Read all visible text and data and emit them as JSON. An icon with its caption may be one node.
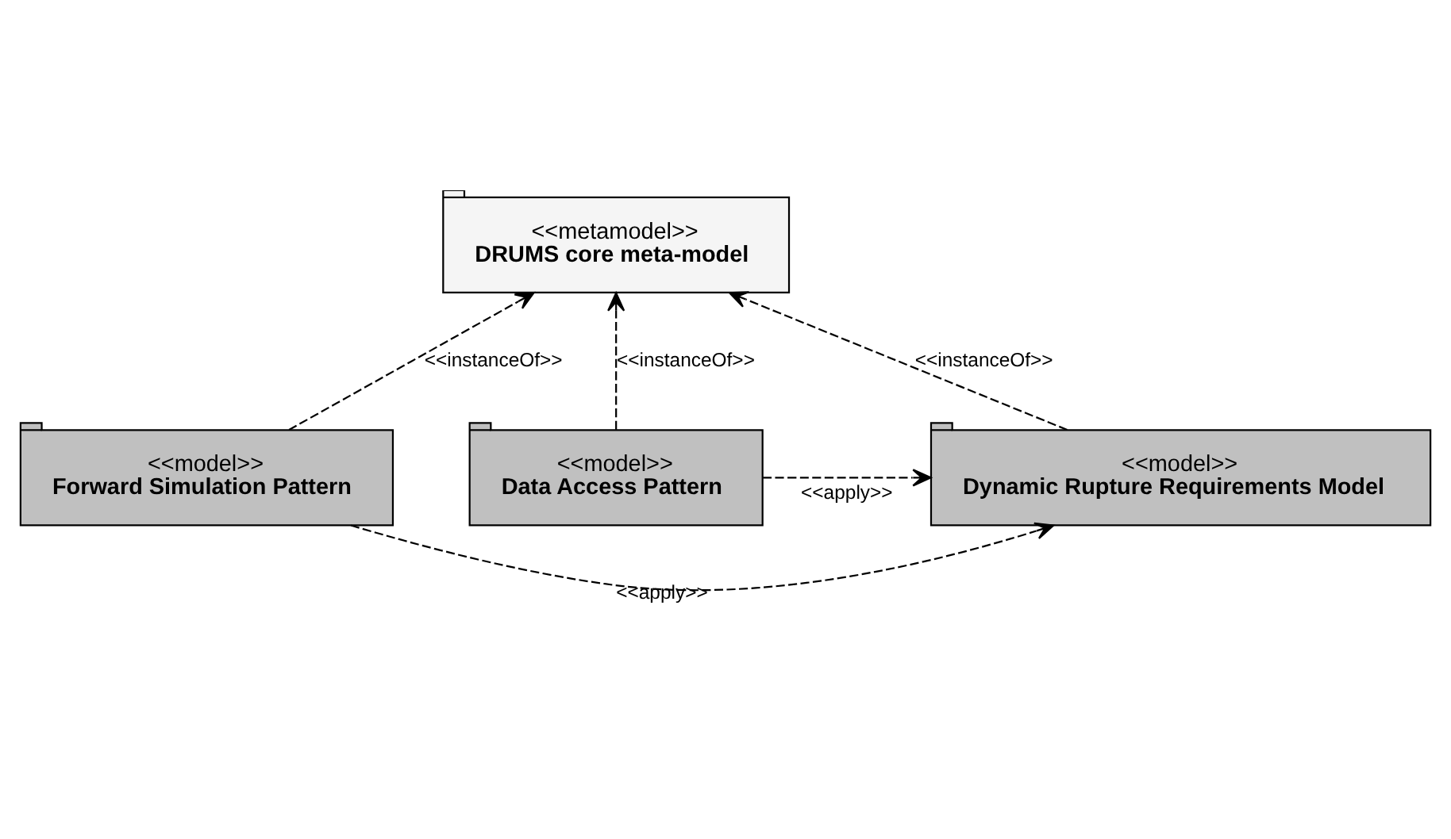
{
  "diagram": {
    "nodes": [
      {
        "text": [
          "<<metamodel>>",
          "DRUMS core meta-model"
        ]
      },
      {
        "text": [
          "<<model>>",
          "Forward Simulation Pattern"
        ]
      },
      {
        "text": [
          "<<model>>",
          "Data Access Pattern"
        ]
      },
      {
        "text": [
          "<<model>>",
          "Dynamic Rupture Requirements Model"
        ]
      }
    ],
    "edges": [
      {
        "from": 1,
        "to": 0,
        "arrow": "to",
        "style": "dashed",
        "label": "<<instanceOf>>"
      },
      {
        "from": 2,
        "to": 0,
        "arrow": "to",
        "style": "dashed",
        "label": "<<instanceOf>>"
      },
      {
        "from": 3,
        "to": 0,
        "arrow": "to",
        "style": "dashed",
        "label": "<<instanceOf>>"
      },
      {
        "from": 2,
        "to": 3,
        "arrow": "to",
        "style": "dashed",
        "label": "<<apply>>"
      },
      {
        "from": 1,
        "to": 3,
        "arrow": "to",
        "style": "dashed",
        "label": "<<apply>>"
      }
    ]
  }
}
